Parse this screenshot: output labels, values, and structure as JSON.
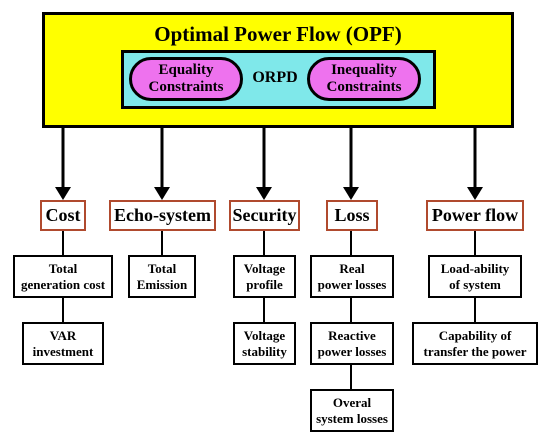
{
  "opf": {
    "title": "Optimal Power Flow (OPF)",
    "orpd_label": "ORPD",
    "equality": "Equality\nConstraints",
    "inequality": "Inequality\nConstraints"
  },
  "categories": [
    {
      "label": "Cost",
      "items": [
        "Total\ngeneration cost",
        "VAR\ninvestment"
      ]
    },
    {
      "label": "Echo-system",
      "items": [
        "Total\nEmission"
      ]
    },
    {
      "label": "Security",
      "items": [
        "Voltage\nprofile",
        "Voltage\nstability"
      ]
    },
    {
      "label": "Loss",
      "items": [
        "Real\npower losses",
        "Reactive\npower losses",
        "Overal\nsystem losses"
      ]
    },
    {
      "label": "Power flow",
      "items": [
        "Load-ability\nof system",
        "Capability of\ntransfer the power"
      ]
    }
  ],
  "colors": {
    "opf_fill": "#ffff00",
    "orpd_fill": "#7fe8ea",
    "pill_fill": "#ee72ee",
    "category_border": "#b04a2e"
  }
}
